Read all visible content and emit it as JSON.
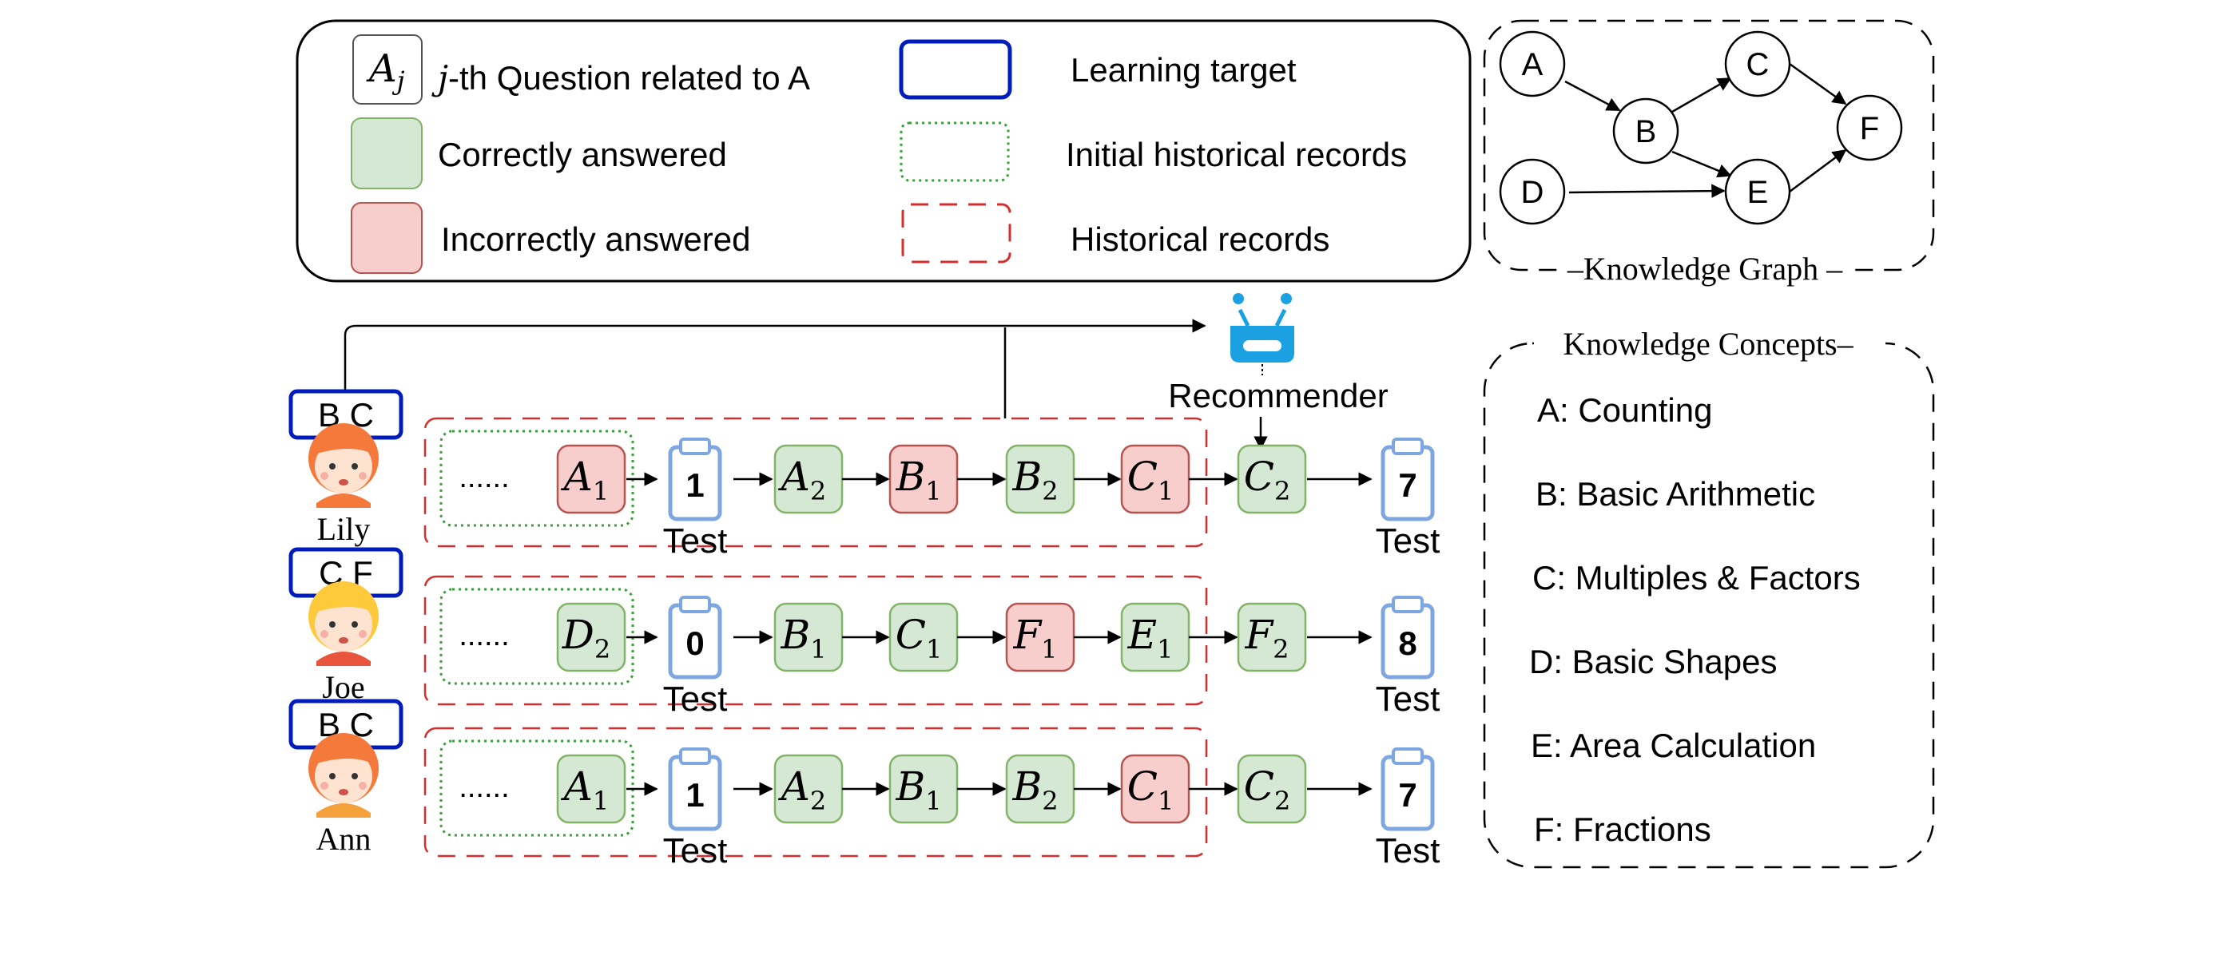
{
  "legend": {
    "question_symbol": "A",
    "question_symbol_sub": "j",
    "question_j": "j",
    "question_desc": "-th Question related to A",
    "correct": "Correctly answered",
    "incorrect": "Incorrectly answered",
    "learning_target": "Learning target",
    "initial_records": "Initial historical records",
    "historical_records": "Historical records"
  },
  "knowledge_graph": {
    "title": "Knowledge Graph",
    "nodes": [
      "A",
      "B",
      "C",
      "D",
      "E",
      "F"
    ],
    "edges": [
      [
        "A",
        "B"
      ],
      [
        "B",
        "C"
      ],
      [
        "B",
        "E"
      ],
      [
        "D",
        "E"
      ],
      [
        "C",
        "F"
      ],
      [
        "E",
        "F"
      ]
    ]
  },
  "knowledge_concepts": {
    "title": "Knowledge Concepts",
    "items": [
      "A: Counting",
      "B: Basic Arithmetic",
      "C: Multiples & Factors",
      "D: Basic Shapes",
      "E: Area Calculation",
      "F: Fractions"
    ]
  },
  "recommender_label": "Recommender",
  "dots": "......",
  "test_label": "Test",
  "colors": {
    "correct_fill": "#d5e8d4",
    "correct_stroke": "#82b366",
    "incorrect_fill": "#f8cecc",
    "incorrect_stroke": "#b85450",
    "target_stroke": "#001dbc",
    "initial_stroke": "#3a9e3a",
    "historical_stroke": "#d32f2f",
    "clipboard": "#7ea6e0",
    "robot": "#1ba1e2"
  },
  "students": [
    {
      "name": "Lily",
      "target": "B C",
      "initial": {
        "letter": "A",
        "sub": "1",
        "status": "incorrect"
      },
      "test_before": "1",
      "sequence": [
        {
          "letter": "A",
          "sub": "2",
          "status": "correct"
        },
        {
          "letter": "B",
          "sub": "1",
          "status": "incorrect"
        },
        {
          "letter": "B",
          "sub": "2",
          "status": "correct"
        },
        {
          "letter": "C",
          "sub": "1",
          "status": "incorrect"
        }
      ],
      "recommended": {
        "letter": "C",
        "sub": "2",
        "status": "correct"
      },
      "test_after": "7"
    },
    {
      "name": "Joe",
      "target": "C F",
      "initial": {
        "letter": "D",
        "sub": "2",
        "status": "correct"
      },
      "test_before": "0",
      "sequence": [
        {
          "letter": "B",
          "sub": "1",
          "status": "correct"
        },
        {
          "letter": "C",
          "sub": "1",
          "status": "correct"
        },
        {
          "letter": "F",
          "sub": "1",
          "status": "incorrect"
        },
        {
          "letter": "E",
          "sub": "1",
          "status": "correct"
        }
      ],
      "recommended": {
        "letter": "F",
        "sub": "2",
        "status": "correct"
      },
      "test_after": "8"
    },
    {
      "name": "Ann",
      "target": "B C",
      "initial": {
        "letter": "A",
        "sub": "1",
        "status": "correct"
      },
      "test_before": "1",
      "sequence": [
        {
          "letter": "A",
          "sub": "2",
          "status": "correct"
        },
        {
          "letter": "B",
          "sub": "1",
          "status": "correct"
        },
        {
          "letter": "B",
          "sub": "2",
          "status": "correct"
        },
        {
          "letter": "C",
          "sub": "1",
          "status": "incorrect"
        }
      ],
      "recommended": {
        "letter": "C",
        "sub": "2",
        "status": "correct"
      },
      "test_after": "7"
    }
  ]
}
